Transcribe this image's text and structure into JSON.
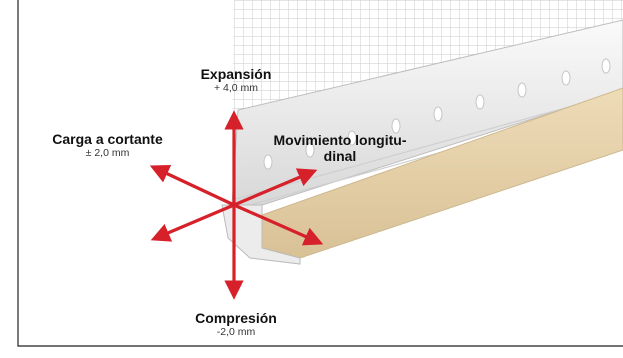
{
  "labels": {
    "expansion": {
      "title": "Expansión",
      "value": "+ 4,0 mm"
    },
    "shear": {
      "title": "Carga a cortante",
      "value": "± 2,0 mm"
    },
    "longitudinal": {
      "title_line1": "Movimiento longitu-",
      "title_line2": "dinal"
    },
    "compression": {
      "title": "Compresión",
      "value": "-2,0 mm"
    }
  },
  "colors": {
    "arrow": "#d6212a",
    "mesh": "#dcdcdc",
    "profile": "#f2f2f2",
    "tape": "#e7d3ad",
    "frame_border": "#222222"
  },
  "icons": [
    "four-direction-arrows-icon"
  ]
}
